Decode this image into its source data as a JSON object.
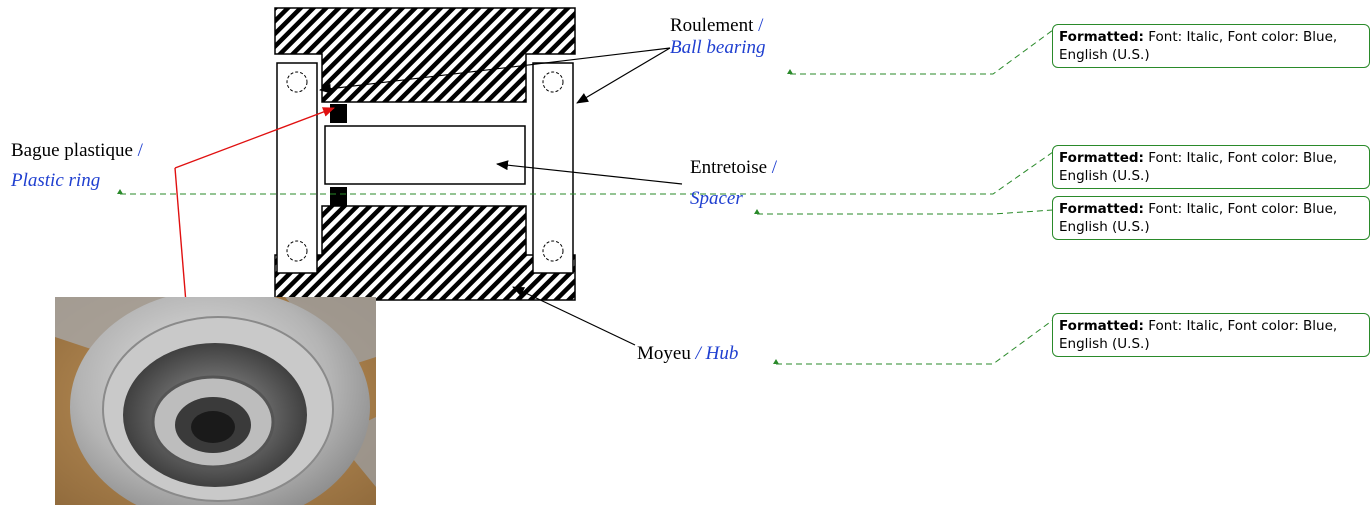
{
  "labels": {
    "bearing_fr": "Roulement",
    "bearing_en": "Ball bearing",
    "ring_fr": "Bague plastique",
    "ring_en": "Plastic ring",
    "spacer_fr": "Entretoise",
    "spacer_en": "Spacer",
    "hub_fr": "Moyeu",
    "hub_en": "Hub",
    "slash": "/"
  },
  "comments": [
    {
      "head": "Formatted:",
      "body": "Font: Italic, Font color: Blue, English (U.S.)"
    },
    {
      "head": "Formatted:",
      "body": "Font: Italic, Font color: Blue, English (U.S.)"
    },
    {
      "head": "Formatted:",
      "body": "Font: Italic, Font color: Blue, English (U.S.)"
    },
    {
      "head": "Formatted:",
      "body": "Font: Italic, Font color: Blue, English (U.S.)"
    }
  ],
  "colors": {
    "annotation_blue": "#1f3fd0",
    "comment_green": "#2a8a2a",
    "arrow_red": "#e01010"
  }
}
